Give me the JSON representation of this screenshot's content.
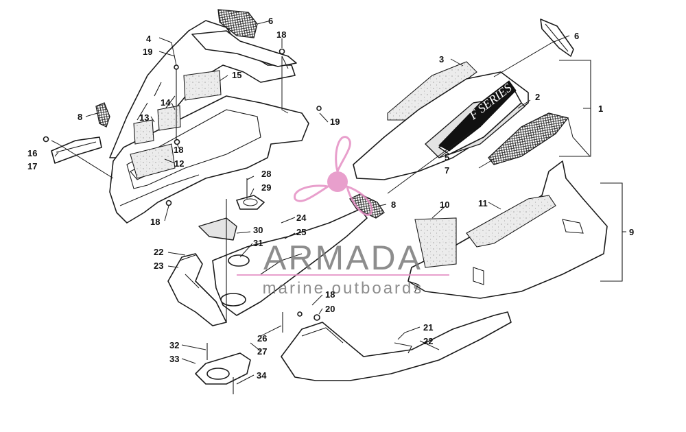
{
  "diagram": {
    "callouts": [
      "1",
      "2",
      "3",
      "4",
      "5",
      "6",
      "6",
      "7",
      "8",
      "8",
      "9",
      "10",
      "11",
      "12",
      "13",
      "14",
      "15",
      "16",
      "17",
      "18",
      "18",
      "18",
      "18",
      "19",
      "19",
      "20",
      "21",
      "22",
      "22",
      "23",
      "24",
      "25",
      "26",
      "27",
      "28",
      "29",
      "30",
      "31",
      "32",
      "33",
      "34"
    ]
  },
  "watermark": {
    "brand": "ARMADA",
    "tagline": "marine outboards",
    "logo_color": "#e58fc4"
  },
  "colors": {
    "line": "#1a1a1a",
    "decal_fill": "#e4e4e4",
    "badge_dark": "#111111"
  }
}
